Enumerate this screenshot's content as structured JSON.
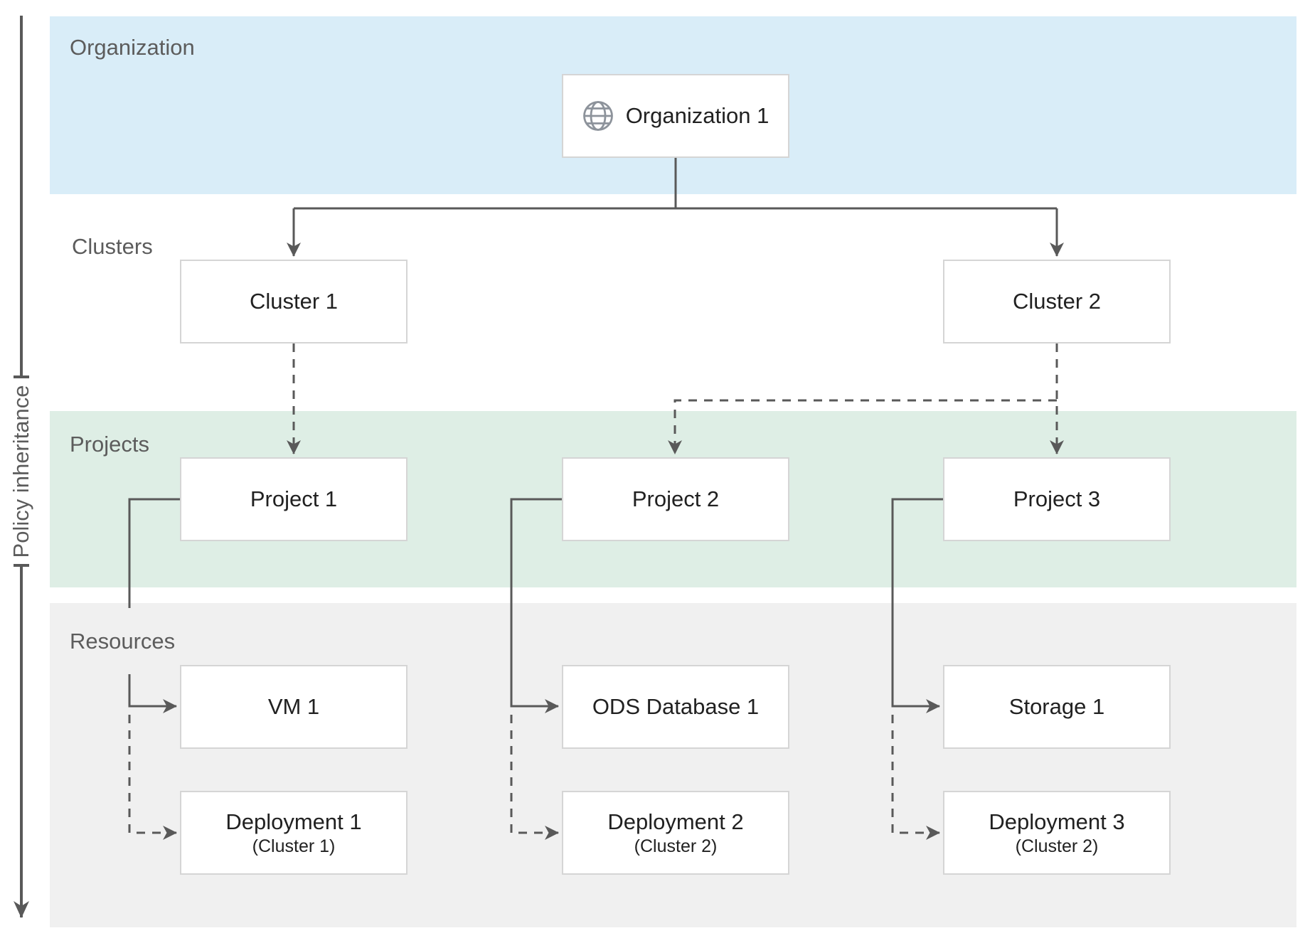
{
  "policy_axis": {
    "label": "Policy inheritance"
  },
  "bands": {
    "organization": {
      "label": "Organization",
      "color": "#d9edf8"
    },
    "clusters": {
      "label": "Clusters",
      "color": "#ffffff"
    },
    "projects": {
      "label": "Projects",
      "color": "#deeee5"
    },
    "resources": {
      "label": "Resources",
      "color": "#f0f0f0"
    }
  },
  "nodes": {
    "organization1": {
      "label": "Organization 1",
      "icon": "globe-icon"
    },
    "cluster1": {
      "label": "Cluster 1"
    },
    "cluster2": {
      "label": "Cluster 2"
    },
    "project1": {
      "label": "Project 1"
    },
    "project2": {
      "label": "Project 2"
    },
    "project3": {
      "label": "Project 3"
    },
    "vm1": {
      "label": "VM 1"
    },
    "ods_database1": {
      "label": "ODS Database 1"
    },
    "storage1": {
      "label": "Storage 1"
    },
    "deployment1": {
      "label": "Deployment 1",
      "sublabel": "(Cluster 1)"
    },
    "deployment2": {
      "label": "Deployment 2",
      "sublabel": "(Cluster 2)"
    },
    "deployment3": {
      "label": "Deployment 3",
      "sublabel": "(Cluster 2)"
    }
  },
  "edges": [
    {
      "from": "organization1",
      "to": "cluster1",
      "style": "solid"
    },
    {
      "from": "organization1",
      "to": "cluster2",
      "style": "solid"
    },
    {
      "from": "cluster1",
      "to": "project1",
      "style": "dashed"
    },
    {
      "from": "cluster2",
      "to": "project2",
      "style": "dashed"
    },
    {
      "from": "cluster2",
      "to": "project3",
      "style": "dashed"
    },
    {
      "from": "project1",
      "to": "vm1",
      "style": "solid"
    },
    {
      "from": "project1",
      "to": "deployment1",
      "style": "dashed"
    },
    {
      "from": "project2",
      "to": "ods_database1",
      "style": "solid"
    },
    {
      "from": "project2",
      "to": "deployment2",
      "style": "dashed"
    },
    {
      "from": "project3",
      "to": "storage1",
      "style": "solid"
    },
    {
      "from": "project3",
      "to": "deployment3",
      "style": "dashed"
    }
  ],
  "colors": {
    "connector": "#595959",
    "box_border": "#d5d5d5",
    "box_text": "#212121",
    "band_label_text": "#5c5c5c"
  }
}
